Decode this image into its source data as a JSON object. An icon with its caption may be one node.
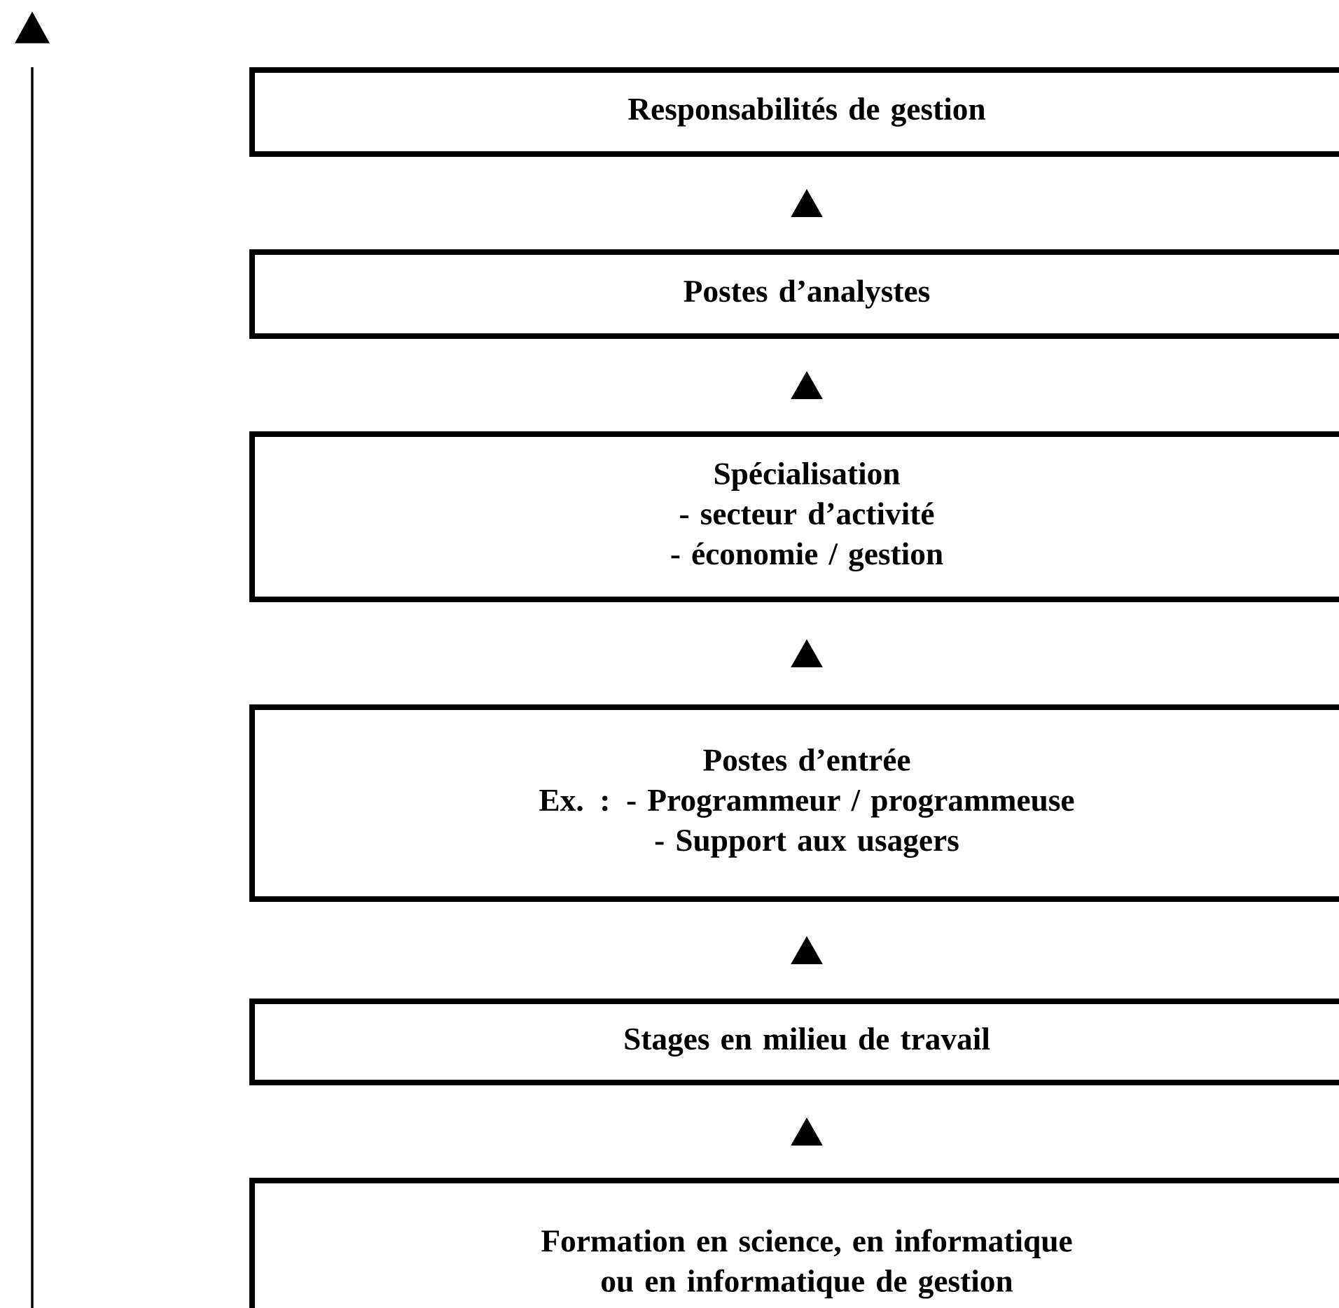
{
  "diagram": {
    "nodes": [
      {
        "text": [
          "Responsabilités de gestion"
        ]
      },
      {
        "text": [
          "Postes d’analystes"
        ]
      },
      {
        "text": [
          "Spécialisation",
          "- secteur d’activité",
          "- économie / gestion"
        ]
      },
      {
        "text": [
          "Postes d’entrée",
          "Ex. : - Programmeur / programmeuse",
          "- Support aux usagers"
        ]
      },
      {
        "text": [
          "Stages en milieu de travail"
        ]
      },
      {
        "text": [
          "Formation en science, en informatique ou en informatique de gestion"
        ]
      }
    ],
    "edges": [
      {
        "from": 5,
        "to": 4,
        "arrow": "to"
      },
      {
        "from": 4,
        "to": 3,
        "arrow": "to"
      },
      {
        "from": 3,
        "to": 2,
        "arrow": "to"
      },
      {
        "from": 2,
        "to": 1,
        "arrow": "to"
      },
      {
        "from": 1,
        "to": 0,
        "arrow": "to"
      }
    ]
  }
}
